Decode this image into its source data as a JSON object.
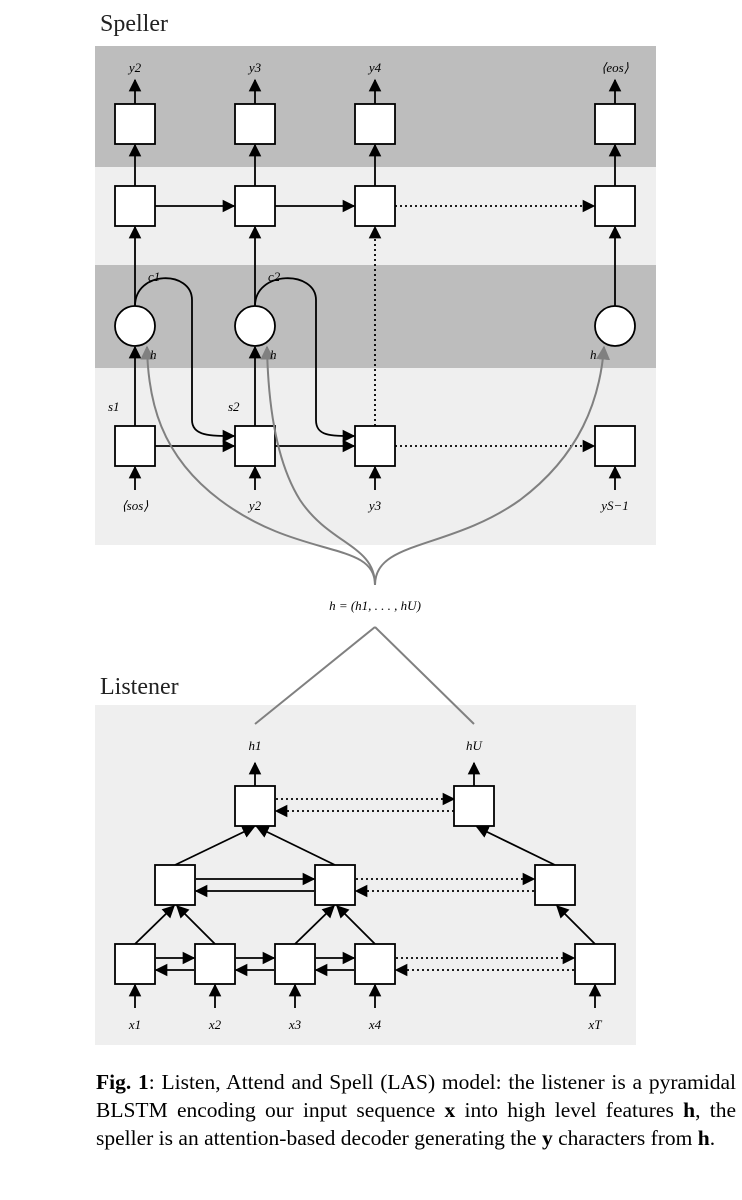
{
  "speller": {
    "title": "Speller",
    "outputs": [
      "y2",
      "y3",
      "y4",
      "⟨eos⟩"
    ],
    "inputs": [
      "⟨sos⟩",
      "y2",
      "y3",
      "yS−1"
    ],
    "contexts": [
      "c1",
      "c2"
    ],
    "states": [
      "s1",
      "s2"
    ],
    "attention_label": "h"
  },
  "encoded": {
    "label": "h = (h1, . . . , hU)"
  },
  "listener": {
    "title": "Listener",
    "outputs": [
      "h1",
      "hU"
    ],
    "inputs": [
      "x1",
      "x2",
      "x3",
      "x4",
      "xT"
    ]
  },
  "caption": {
    "fig_label": "Fig. 1",
    "text_1": ": Listen, Attend and Spell (LAS) model: the listener is a pyramidal BLSTM encoding our input sequence ",
    "var_x": "x",
    "text_2": " into high level features ",
    "var_h": "h",
    "text_3": ", the speller is an attention-based decoder generating the ",
    "var_y": "y",
    "text_4": " characters from ",
    "var_h2": "h",
    "text_5": "."
  }
}
